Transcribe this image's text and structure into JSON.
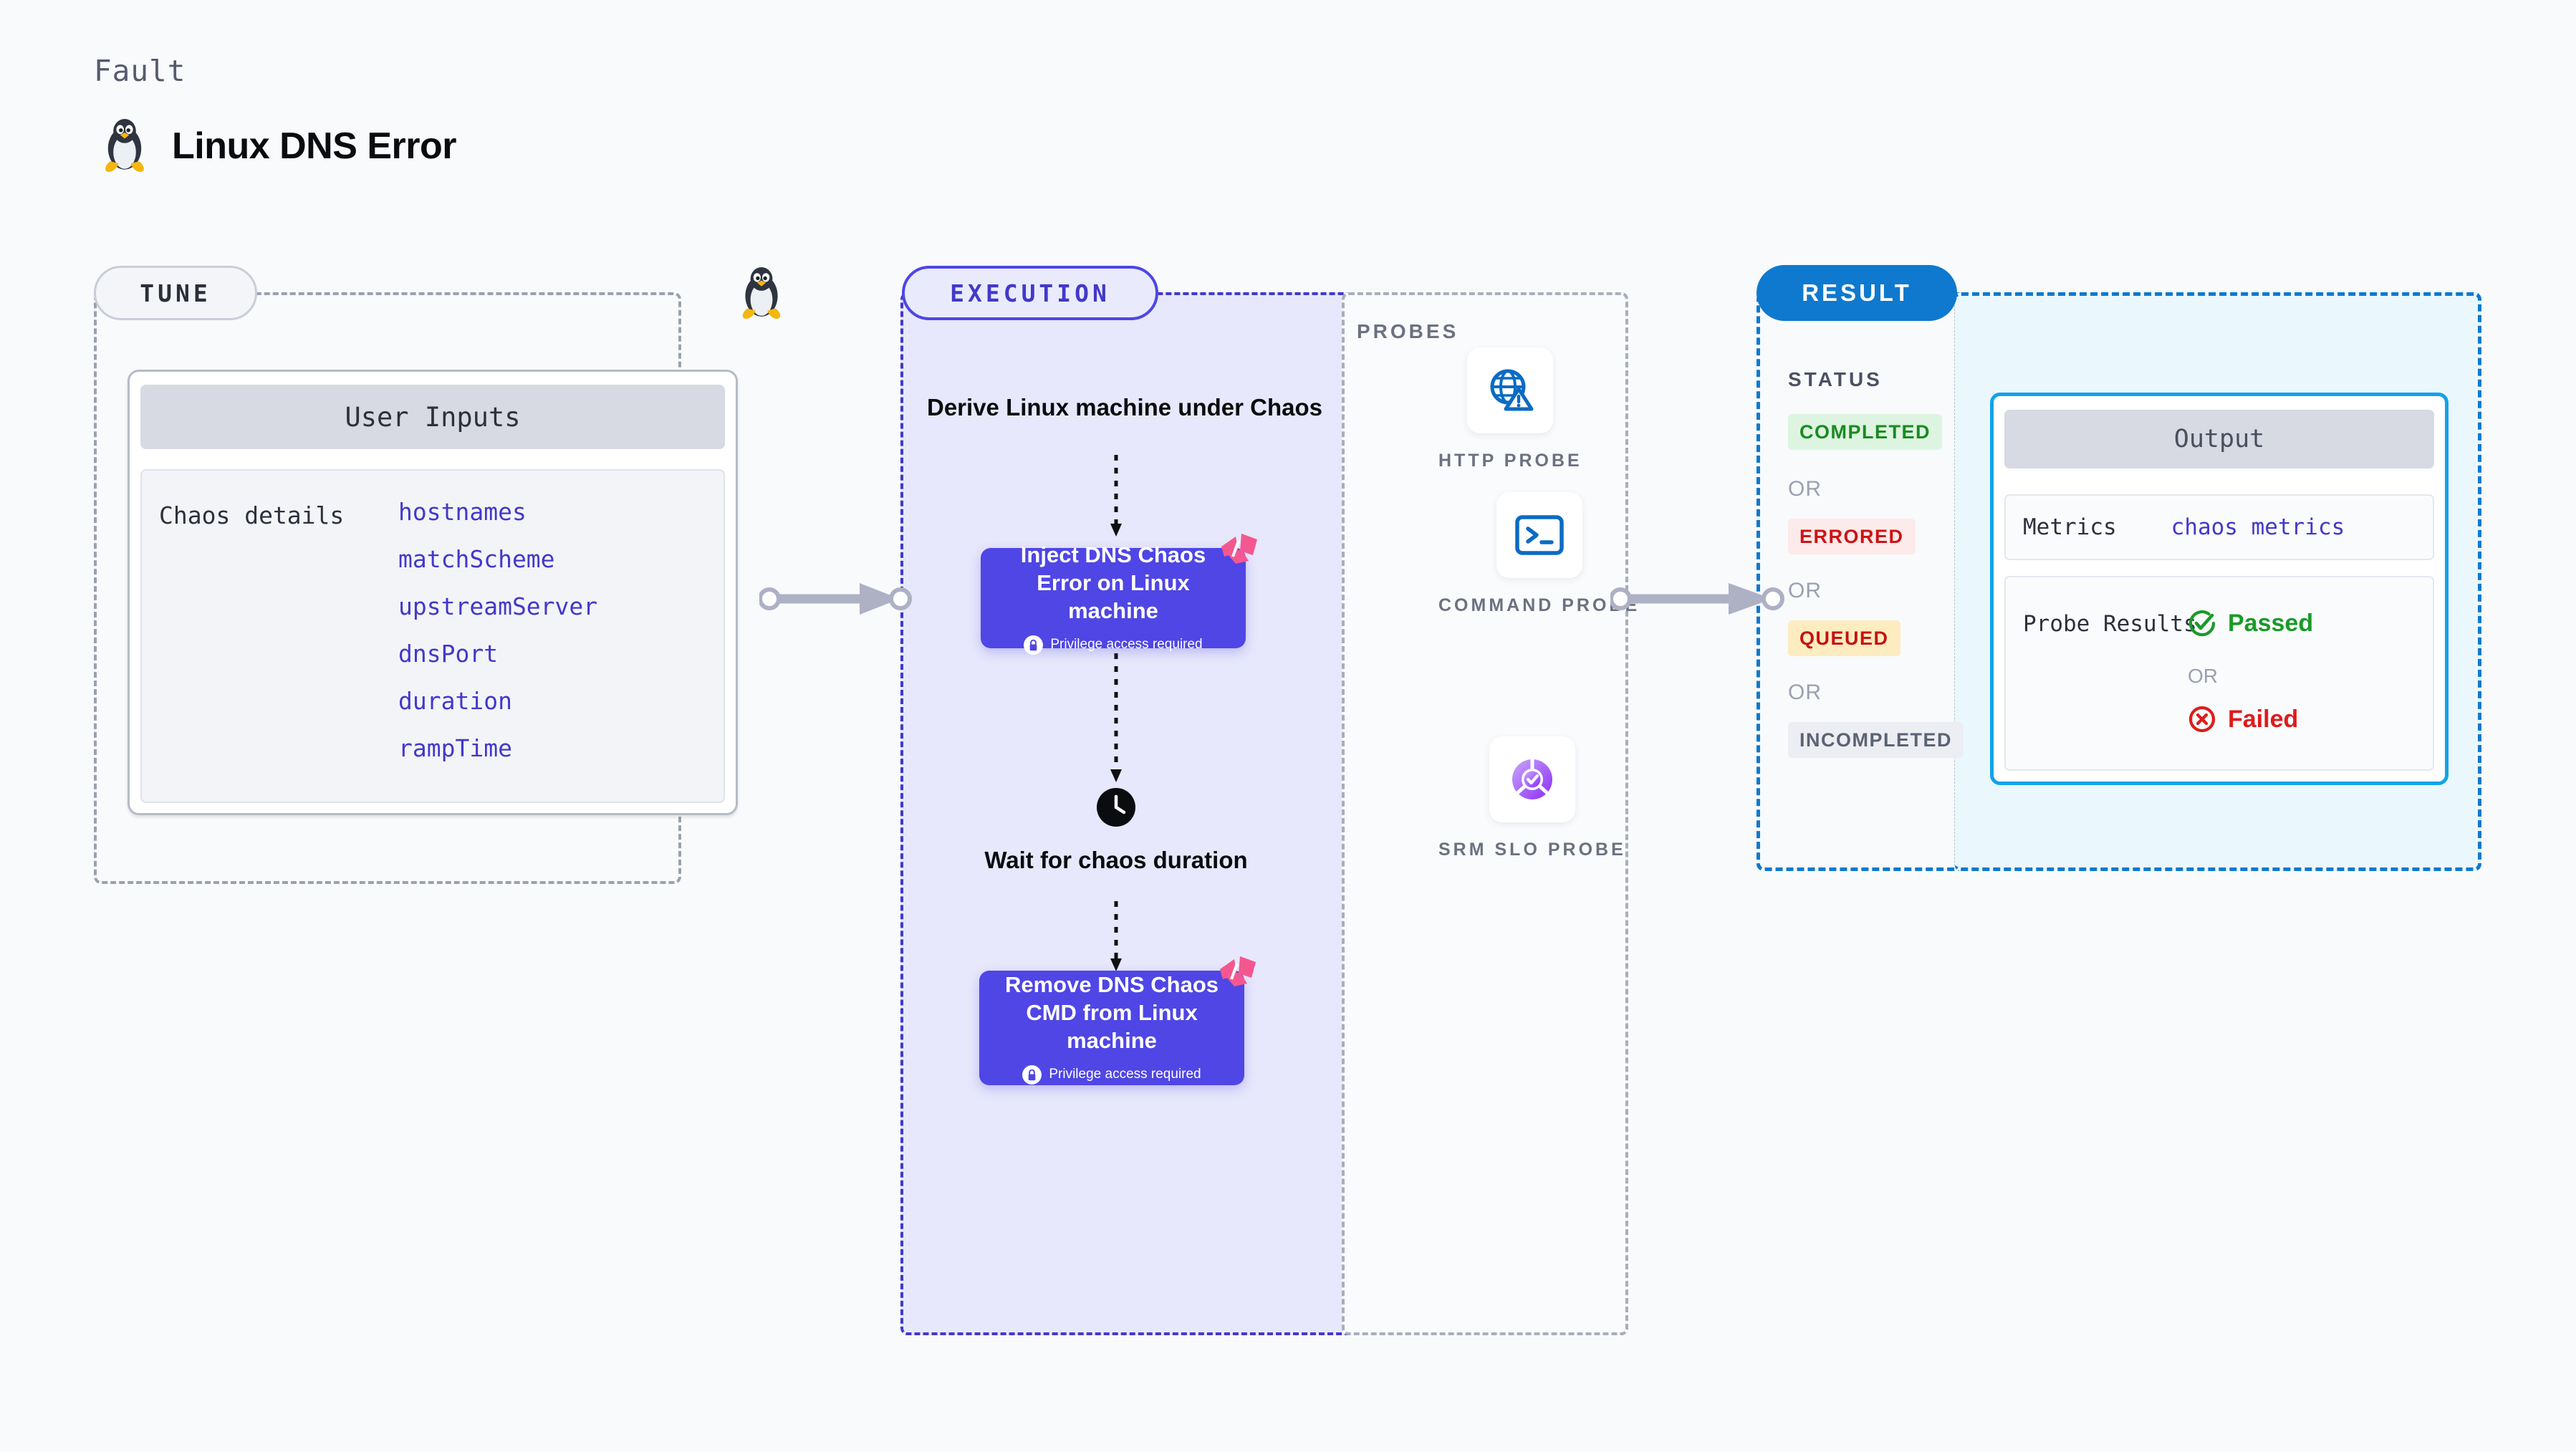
{
  "header": {
    "eyebrow": "Fault",
    "title": "Linux DNS Error",
    "icon": "tux-penguin-icon"
  },
  "colors": {
    "background": "#f8fafc",
    "tune_border": "#9aa1ae",
    "execution_fill": "#e7e8fb",
    "execution_border": "#4338ca",
    "execution_accent": "#4f46e5",
    "probes_border": "#a8aebb",
    "result_border": "#0e79ce",
    "result_inner_fill": "#eaf8fe",
    "output_border": "#12a3e8",
    "harness_pink": "#f4578f",
    "param_text": "#4338ca"
  },
  "tune": {
    "pill_label": "TUNE",
    "boundary_icon": "tux-penguin-icon",
    "card": {
      "header": "User Inputs",
      "section_label": "Chaos details",
      "params": [
        "hostnames",
        "matchScheme",
        "upstreamServer",
        "dnsPort",
        "duration",
        "rampTime"
      ]
    }
  },
  "execution": {
    "pill_label": "EXECUTION",
    "derive_title": "Derive Linux machine under Chaos",
    "nodes": [
      {
        "title": "Inject DNS Chaos Error on Linux machine",
        "privilege_note": "Privilege access required",
        "badge_icon": "harness-logo-icon",
        "lock_icon": "lock-icon"
      },
      {
        "title": "Remove DNS Chaos CMD from Linux machine",
        "privilege_note": "Privilege access required",
        "badge_icon": "harness-logo-icon",
        "lock_icon": "lock-icon"
      }
    ],
    "wait": {
      "icon": "clock-icon",
      "label": "Wait for chaos duration"
    }
  },
  "probes": {
    "section_label": "PROBES",
    "items": [
      {
        "name": "HTTP PROBE",
        "icon": "globe-warning-icon"
      },
      {
        "name": "COMMAND PROBE",
        "icon": "terminal-icon"
      },
      {
        "name": "SRM SLO PROBE",
        "icon": "slo-donut-check-icon"
      }
    ]
  },
  "result": {
    "pill_label": "RESULT",
    "status_label": "STATUS",
    "or_label": "OR",
    "statuses": [
      {
        "label": "COMPLETED",
        "bg": "#ddf5e0",
        "fg": "#1a8a22"
      },
      {
        "label": "ERRORED",
        "bg": "#fdeaea",
        "fg": "#cf1212"
      },
      {
        "label": "QUEUED",
        "bg": "#fdecc0",
        "fg": "#c61212"
      },
      {
        "label": "INCOMPLETED",
        "bg": "#eceef3",
        "fg": "#5c6375"
      }
    ],
    "output": {
      "header": "Output",
      "metrics_key": "Metrics",
      "metrics_value": "chaos metrics",
      "probe_results_key": "Probe Results",
      "passed_label": "Passed",
      "failed_label": "Failed",
      "or_label": "OR",
      "passed_icon": "check-circle-icon",
      "failed_icon": "x-circle-icon"
    }
  },
  "connectors": {
    "tune_to_execution": "arrow-right",
    "execution_to_result": "arrow-right"
  }
}
